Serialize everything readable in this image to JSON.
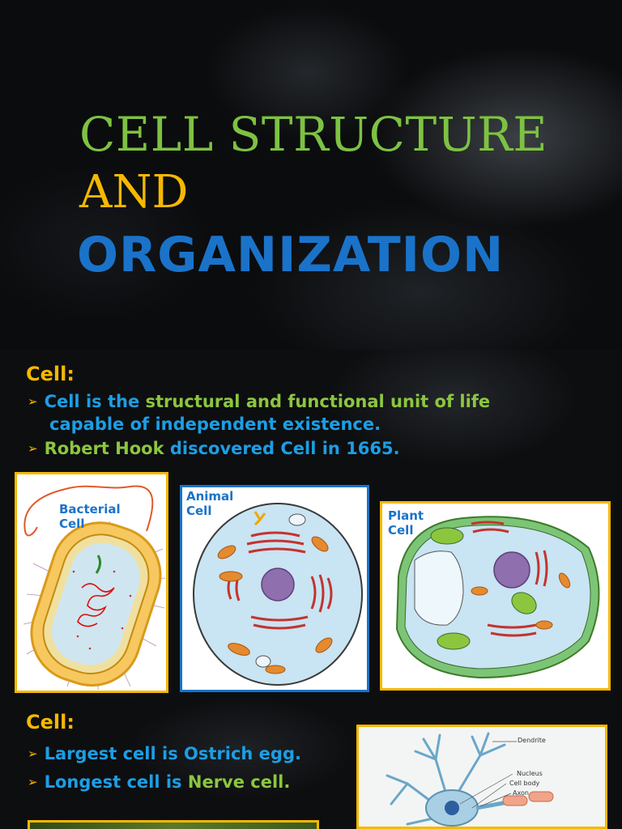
{
  "title_slide": {
    "line1": "CELL STRUCTURE",
    "line2": "AND",
    "line3": "ORGANIZATION"
  },
  "slide2": {
    "heading": "Cell:",
    "bullet1_part1": "Cell is the ",
    "bullet1_part2": "structural and functional unit of life",
    "bullet1_line2": "capable of independent existence.",
    "bullet2_part1": "Robert Hook ",
    "bullet2_part2": "discovered Cell in 1665.",
    "images": {
      "bacterial_label_1": "Bacterial",
      "bacterial_label_2": "Cell",
      "animal_label_1": "Animal",
      "animal_label_2": "Cell",
      "plant_label_1": "Plant",
      "plant_label_2": "Cell"
    }
  },
  "slide3": {
    "heading": "Cell:",
    "bullet1": "Largest cell is Ostrich egg.",
    "bullet2_part1": "Longest cell is ",
    "bullet2_part2": "Nerve cell.",
    "neuron_labels": {
      "dendrite": "Dendrite",
      "nucleus": "Nucleus",
      "cell_body": "Cell body",
      "axon": "Axon"
    }
  },
  "colors": {
    "green": "#7dc242",
    "gold": "#f5b800",
    "blue": "#1a73c9",
    "light_blue": "#1c9ee4"
  }
}
